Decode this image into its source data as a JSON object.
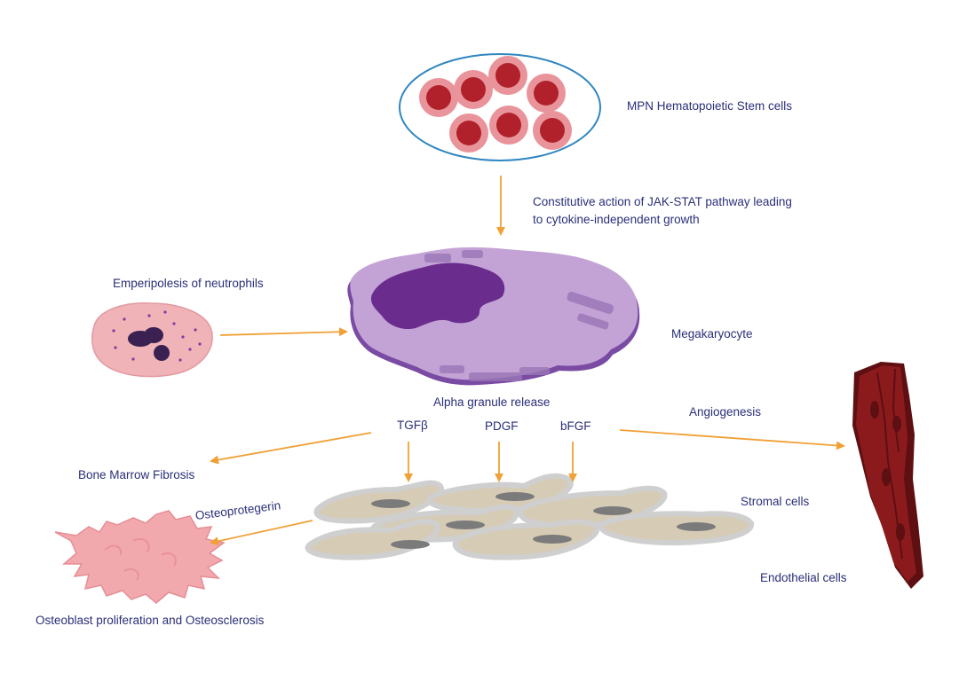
{
  "colors": {
    "label": "#2a2f78",
    "arrow": "#f0a035",
    "stem_outline": "#2f86c0",
    "stem_cell_outer": "#e8949a",
    "stem_cell_inner": "#b0212b",
    "megakaryocyte": "#c3a3d6",
    "megakaryocyte_edge": "#7a4ba3",
    "megakaryocyte_nucleus": "#6a2d8e",
    "neutrophil": "#f0b3b7",
    "neutrophil_nucleus": "#3a2152",
    "stromal": "#d6cbb5",
    "stromal_edge": "#cfcfcf",
    "stromal_nucleus": "#7b7b7b",
    "osteoblast": "#f2a9ae",
    "endothelial": "#8b1a1d",
    "endothelial_dark": "#5e0f12"
  },
  "labels": {
    "stem_cells": "MPN Hematopoietic Stem cells",
    "jak_stat_line1": "Constitutive action of JAK-STAT pathway leading",
    "jak_stat_line2": "to cytokine-independent growth",
    "emperipolesis": "Emperipolesis of neutrophils",
    "megakaryocyte": "Megakaryocyte",
    "alpha_granule": "Alpha granule release",
    "angiogenesis": "Angiogenesis",
    "tgfb": "TGFβ",
    "pdgf": "PDGF",
    "bfgf": "bFGF",
    "bone_marrow_fibrosis": "Bone Marrow Fibrosis",
    "stromal_cells": "Stromal cells",
    "osteoprotegerin": "Osteoprotegerin",
    "endothelial_cells": "Endothelial cells",
    "osteoblast": "Osteoblast proliferation and Osteosclerosis"
  }
}
